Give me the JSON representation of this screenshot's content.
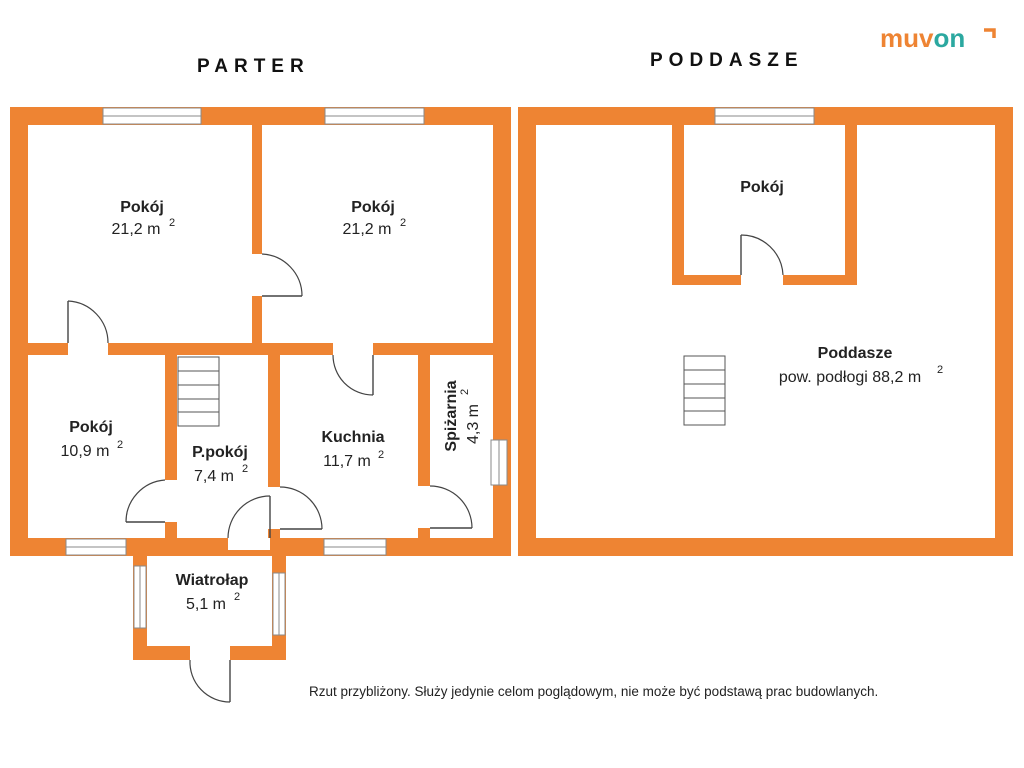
{
  "floors": {
    "parter": {
      "title": "PARTER"
    },
    "poddasze": {
      "title": "PODDASZE"
    }
  },
  "brand": {
    "logo_text_a": "muv",
    "logo_text_b": "on",
    "color_a": "#EE8433",
    "color_b": "#2BA8A0"
  },
  "colors": {
    "wall": "#EE8433"
  },
  "rooms": {
    "pokoj_nw": {
      "name": "Pokój",
      "area": "21,2 m",
      "sup": "2"
    },
    "pokoj_ne": {
      "name": "Pokój",
      "area": "21,2 m",
      "sup": "2"
    },
    "pokoj_sw": {
      "name": "Pokój",
      "area": "10,9 m",
      "sup": "2"
    },
    "ppokoj": {
      "name": "P.pokój",
      "area": "7,4 m",
      "sup": "2"
    },
    "kuchnia": {
      "name": "Kuchnia",
      "area": "11,7 m",
      "sup": "2"
    },
    "spizarnia": {
      "name": "Spiżarnia",
      "area": "4,3 m",
      "sup": "2"
    },
    "wiatrolap": {
      "name": "Wiatrołap",
      "area": "5,1 m",
      "sup": "2"
    },
    "pokoj_attic": {
      "name": "Pokój"
    },
    "poddasze": {
      "name": "Poddasze",
      "area": "pow. podłogi 88,2 m",
      "sup": "2"
    }
  },
  "disclaimer": "Rzut przybliżony. Służy jedynie celom poglądowym, nie może być podstawą prac budowlanych."
}
